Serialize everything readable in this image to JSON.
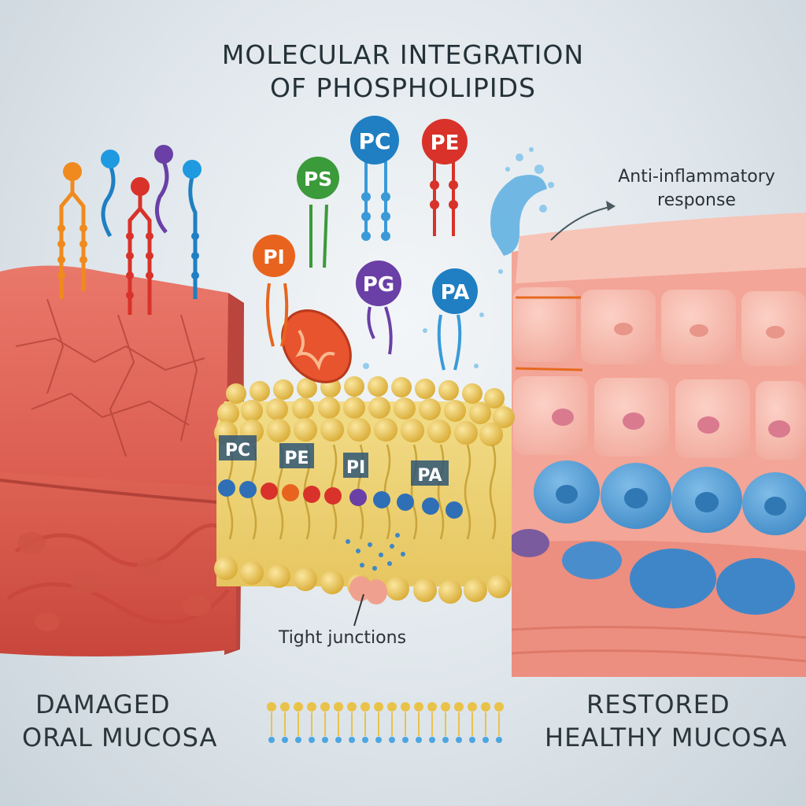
{
  "title": {
    "line1": "MOLECULAR INTEGRATION",
    "line2": "OF PHOSPHOLIPIDS"
  },
  "phospholipids": [
    {
      "abbr": "PC",
      "color": "#1f7fc2"
    },
    {
      "abbr": "PE",
      "color": "#d8322a"
    },
    {
      "abbr": "PS",
      "color": "#3b9a3a"
    },
    {
      "abbr": "PI",
      "color": "#e8641e"
    },
    {
      "abbr": "PG",
      "color": "#6a3fa6"
    },
    {
      "abbr": "PA",
      "color": "#1f7fc2"
    }
  ],
  "membrane_tags": [
    "PC",
    "PE",
    "PI",
    "PA"
  ],
  "annotations": {
    "anti_inflammatory": "Anti-inflammatory response",
    "tight_junctions": "Tight junctions"
  },
  "left_label": {
    "line1": "DAMAGED",
    "line2": "ORAL MUCOSA"
  },
  "right_label": {
    "line1": "RESTORED",
    "line2": "HEALTHY MUCOSA"
  },
  "colors": {
    "damaged_tissue": "#e0685a",
    "healthy_tissue": "#f5b5a8",
    "membrane_head": "#e9c24a",
    "basal_cell": "#4d9bd6"
  }
}
